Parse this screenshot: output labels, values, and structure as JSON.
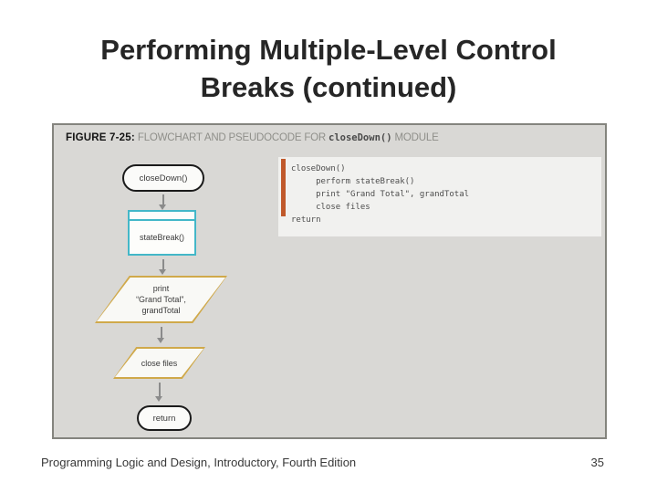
{
  "slide": {
    "title": "Performing Multiple-Level Control\nBreaks (continued)",
    "footer": {
      "left": "Programming Logic and Design, Introductory, Fourth Edition",
      "page_number": "35"
    }
  },
  "figure": {
    "caption": {
      "label": "FIGURE 7-25:",
      "pre_code_text": " FLOWCHART AND PSEUDOCODE FOR ",
      "code_text": "closeDown()",
      "post_code_text": " MODULE"
    },
    "flowchart": {
      "start_label": "closeDown()",
      "predefined_label": "stateBreak()",
      "print_label": "print\n“Grand Total”,\ngrandTotal",
      "close_files_label": "close files",
      "return_label": "return"
    },
    "pseudocode": {
      "text": "closeDown()\n     perform stateBreak()\n     print \"Grand Total\", grandTotal\n     close files\nreturn"
    }
  },
  "colors": {
    "accent_bar": "#c0592b",
    "predef_border": "#43b7c8",
    "para_border": "#d0a94a",
    "figure_bg": "#d9d8d5",
    "code_bg": "#f1f1ef"
  }
}
